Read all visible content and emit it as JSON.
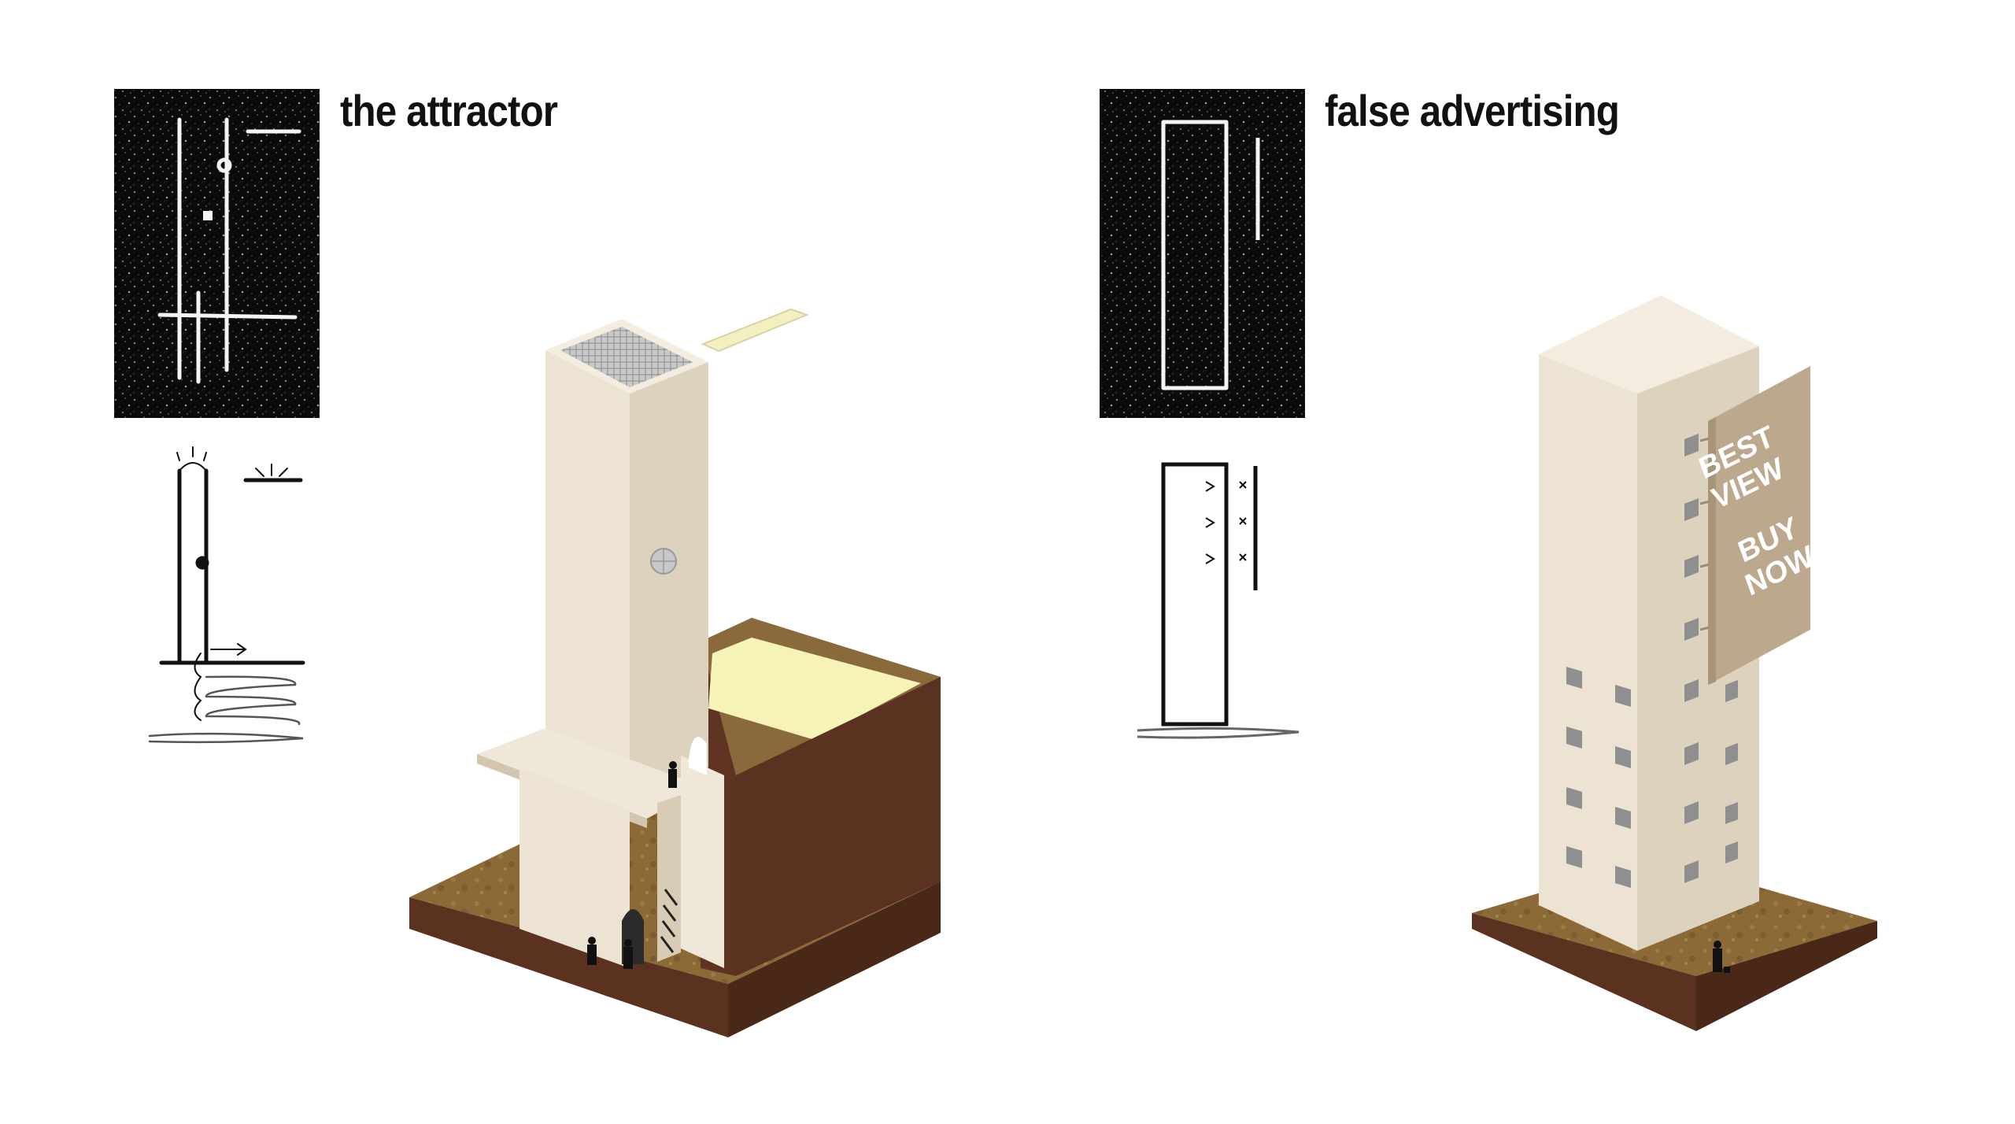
{
  "panels": [
    {
      "title": "the attractor"
    },
    {
      "title": "false advertising"
    }
  ],
  "billboard": {
    "line1": "BEST",
    "line2": "VIEW",
    "line3": "BUY",
    "line4": "NOW"
  },
  "colors": {
    "tower_wall": "#ece3d2",
    "tower_light": "#f3ecdf",
    "tower_shadow": "#d8ccb6",
    "soil_top": "#8a6a3a",
    "soil_side": "#5b3120",
    "lightwell": "#f6f3b8",
    "billboard": "#bca98d",
    "window": "#8f8f8f",
    "sketch_bg": "#0b0b0b"
  }
}
